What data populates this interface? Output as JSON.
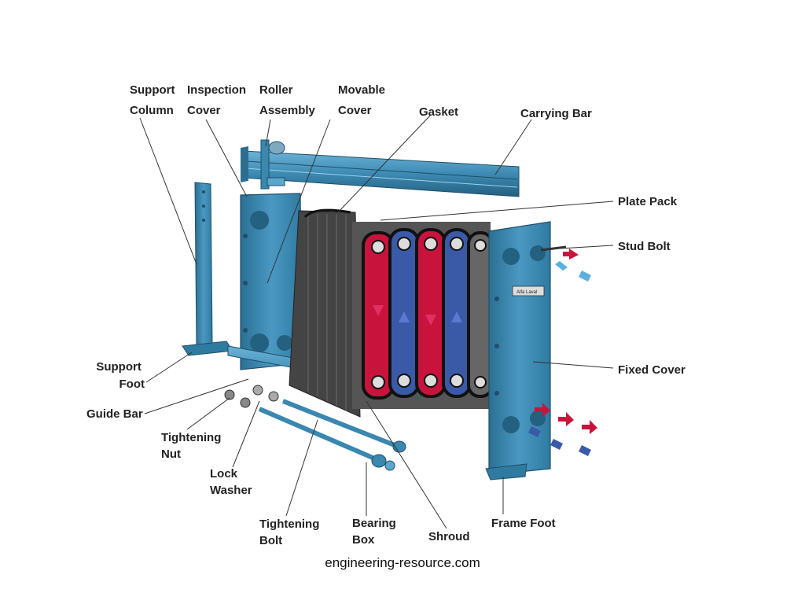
{
  "labels": {
    "support_column": [
      "Support",
      "Column"
    ],
    "inspection_cover": [
      "Inspection",
      "Cover"
    ],
    "roller_assembly": [
      "Roller",
      "Assembly"
    ],
    "movable_cover": [
      "Movable",
      "Cover"
    ],
    "gasket": "Gasket",
    "carrying_bar": "Carrying Bar",
    "plate_pack": "Plate Pack",
    "stud_bolt": "Stud Bolt",
    "fixed_cover": "Fixed Cover",
    "support_foot": [
      "Support",
      "Foot"
    ],
    "guide_bar": "Guide Bar",
    "tightening_nut": [
      "Tightening",
      "Nut"
    ],
    "lock_washer": [
      "Lock",
      "Washer"
    ],
    "tightening_bolt": [
      "Tightening",
      "Bolt"
    ],
    "bearing_box": [
      "Bearing",
      "Box"
    ],
    "shroud": "Shroud",
    "frame_foot": "Frame Foot"
  },
  "badge": "Alfa Laval",
  "caption": "engineering-resource.com",
  "colors": {
    "steel": "#3a87b0",
    "steel_dark": "#24607f",
    "steel_light": "#5aa6cc",
    "hot": "#c8143c",
    "cold": "#3a5aa8",
    "shroud": "#3c3c3c"
  }
}
